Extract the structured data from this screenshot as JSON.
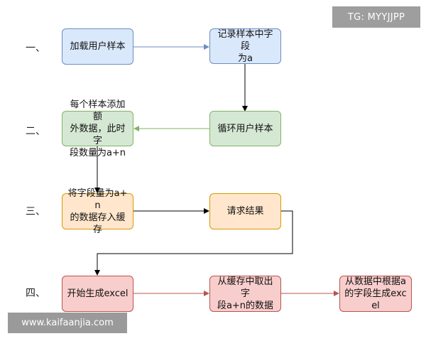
{
  "badge": "TG: MYYJJPP",
  "watermark": "www.kaifaanjia.com",
  "steps": [
    "一、",
    "二、",
    "三、",
    "四、"
  ],
  "nodes": {
    "load_samples": "加载用户样本",
    "record_fields": "记录样本中字段\n为a",
    "add_fields": "每个样本添加额\n外数据，此时字\n段数量为a+n",
    "loop_samples": "循环用户样本",
    "cache_fields": "将字段量为a+n\n的数据存入缓存",
    "request_result": "请求结果",
    "start_excel": "开始生成excel",
    "fetch_cache": "从缓存中取出字\n段a+n的数据",
    "gen_excel": "从数据中根据a\n的字段生成excel"
  },
  "colors": {
    "blue_fill": "#dae8fc",
    "blue_stroke": "#6c8ebf",
    "green_fill": "#d5e8d4",
    "green_stroke": "#82b366",
    "orange_fill": "#ffe6cc",
    "orange_stroke": "#d79b00",
    "red_fill": "#f8cecc",
    "red_stroke": "#b85450"
  }
}
